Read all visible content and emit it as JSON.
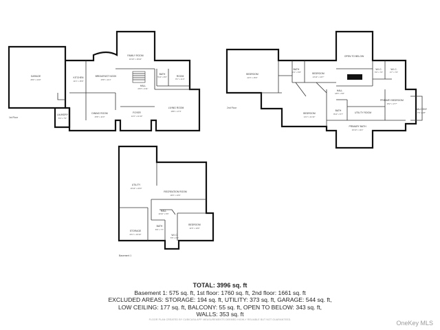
{
  "rooms": {
    "garage": {
      "name": "GARAGE",
      "dim": "28'0\" x 24'0\""
    },
    "laundry": {
      "name": "LAUNDRY",
      "dim": "8'4\" x 7'9\""
    },
    "kitchen": {
      "name": "KITCHEN",
      "dim": "11'4\" x 15'9\""
    },
    "breakfast": {
      "name": "BREAKFAST NOOK",
      "dim": "15'8\" x 11'4\""
    },
    "dining": {
      "name": "DINING ROOM",
      "dim": "15'8\" x 11'0\""
    },
    "family": {
      "name": "FAMILY ROOM",
      "dim": "16'10\" x 16'10\""
    },
    "foyer": {
      "name": "FOYER",
      "dim": "12'4\" x 11'10\""
    },
    "hall1": {
      "name": "HALL",
      "dim": "20'3\" x 4'11\""
    },
    "bath1": {
      "name": "BATH",
      "dim": "5'10\" x 8'0\""
    },
    "room1": {
      "name": "ROOM",
      "dim": "8'1\" x 11'0\""
    },
    "living": {
      "name": "LIVING ROOM",
      "dim": "18'8\" x 17'4\""
    },
    "bedroom_a": {
      "name": "BEDROOM",
      "dim": "22'3\" x 15'0\""
    },
    "bath2": {
      "name": "BATH",
      "dim": "10'1\" x 5'8\""
    },
    "bedroom_b": {
      "name": "BEDROOM",
      "dim": "13'10\" x 10'7\""
    },
    "open_below": {
      "name": "OPEN TO BELOW",
      "dim": ""
    },
    "wic1": {
      "name": "W.I.C.",
      "dim": "5'0\" x 7'0\""
    },
    "wic2": {
      "name": "W.I.C.",
      "dim": "4'7\" x 7'0\""
    },
    "hall2": {
      "name": "HALL",
      "dim": "18'5\" x 5'8\""
    },
    "bedroom_c": {
      "name": "BEDROOM",
      "dim": "14'1\" x 11'10\""
    },
    "primary_bed": {
      "name": "PRIMARY BEDROOM",
      "dim": "15'2\" x 17'7\""
    },
    "bath3": {
      "name": "BATH",
      "dim": "8'10\" x 5'7\""
    },
    "utility_room": {
      "name": "UTILITY ROOM",
      "dim": ""
    },
    "primary_bath": {
      "name": "PRIMARY BATH",
      "dim": "16'10\" x 11'2\""
    },
    "balcony": {
      "name": "BALCONY",
      "dim": "7'6\" x 4'8\""
    },
    "utility_b": {
      "name": "UTILITY",
      "dim": "16'10\" x 20'0\""
    },
    "recreation": {
      "name": "RECREATION ROOM",
      "dim": "19'0\" x 13'0\""
    },
    "hall_b": {
      "name": "HALL",
      "dim": "14'10\" x 6'6\""
    },
    "storage": {
      "name": "STORAGE",
      "dim": "20'1\" x 19'10\""
    },
    "bath_b": {
      "name": "BATH",
      "dim": "8'9\" x 7'7\""
    },
    "wic_b": {
      "name": "W.I.C.",
      "dim": "5'5\" x 6'4\""
    },
    "bedroom_bsmt": {
      "name": "BEDROOM",
      "dim": "11'6\" x 10'0\""
    }
  },
  "floor_captions": {
    "first": "1st Floor",
    "second": "2nd Floor",
    "basement": "Basement 1"
  },
  "summary": {
    "total": "TOTAL: 3996 sq. ft",
    "line1": "Basement 1: 575 sq. ft, 1st floor: 1760 sq. ft, 2nd floor: 1661 sq. ft",
    "line2": "EXCLUDED AREAS: STORAGE: 194 sq. ft, UTILITY: 373 sq. ft, GARAGE: 544 sq. ft,",
    "line3": "LOW CEILING: 177 sq. ft, BALCONY: 55 sq. ft, OPEN TO BELOW: 343 sq. ft,",
    "line4": "WALLS: 353 sq. ft"
  },
  "disclaimer": "FLOOR PLAN CREATED BY CUBICASA APP. MEASUREMENTS DEEMED HIGHLY RELIABLE BUT NOT GUARANTEED.",
  "watermark": "OneKey MLS"
}
